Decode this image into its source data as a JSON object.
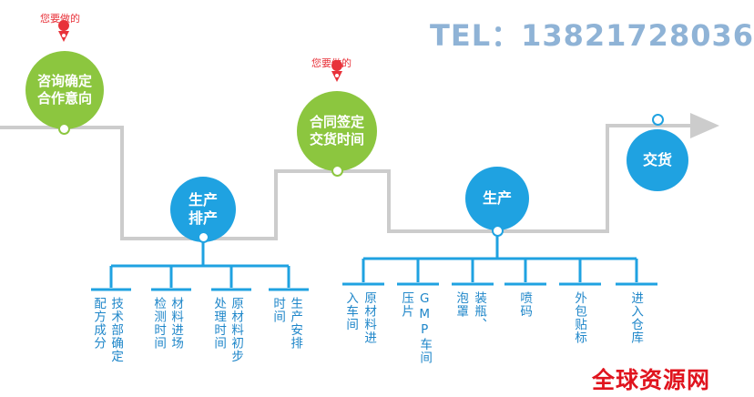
{
  "header": {
    "tel": "TEL：13821728036"
  },
  "steps": {
    "consult": {
      "note": "您要做的",
      "line1": "咨询确定",
      "line2": "合作意向"
    },
    "schedule": {
      "line1": "生产",
      "line2": "排产"
    },
    "contract": {
      "note": "您要做的",
      "line1": "合同签定",
      "line2": "交货时间"
    },
    "production": {
      "line1": "生产"
    },
    "delivery": {
      "line1": "交货"
    }
  },
  "schedule_items": [
    {
      "col1": "配方成分",
      "col2": "技术部确定"
    },
    {
      "col1": "检测时间",
      "col2": "材料进场"
    },
    {
      "col1": "处理时间",
      "col2": "原材料初步"
    },
    {
      "col1": "时间",
      "col2": "生产安排"
    }
  ],
  "production_items": [
    {
      "col1": "入车间",
      "col2": "原材料进"
    },
    {
      "col1": "压片",
      "col2": "GMP车间"
    },
    {
      "col1": "泡罩",
      "col2": "装瓶、"
    },
    {
      "col1": "",
      "col2": "喷码"
    },
    {
      "col1": "",
      "col2": "外包贴标"
    },
    {
      "col1": "",
      "col2": "进入仓库"
    }
  ],
  "watermark": "全球资源网",
  "colors": {
    "green": "#8cc63f",
    "blue": "#1fa2e1",
    "line": "#cccccc",
    "red": "#e8323a"
  }
}
